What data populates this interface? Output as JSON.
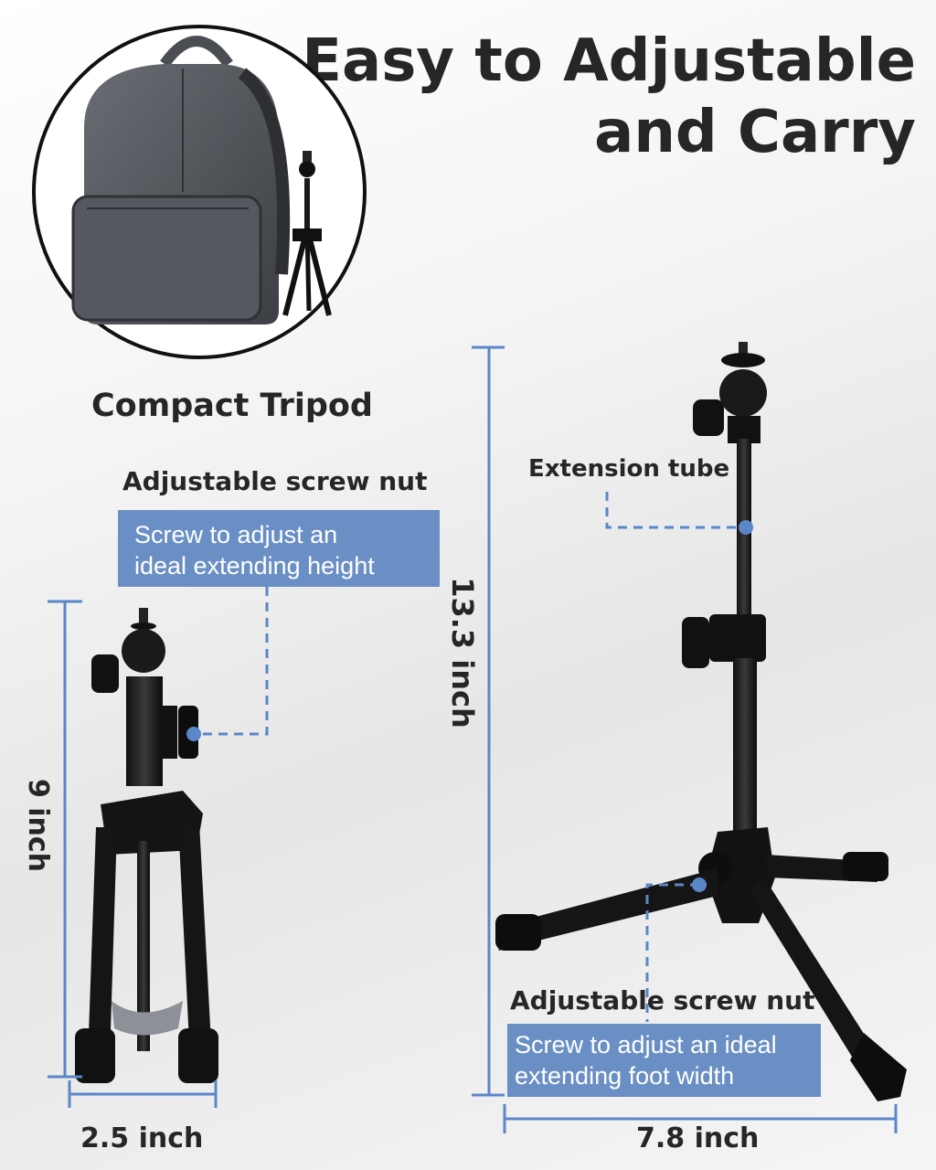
{
  "title": {
    "line1": "Easy to Adjustable",
    "line2": "and Carry"
  },
  "compact_label": "Compact Tripod",
  "left_callout": {
    "heading": "Adjustable screw nut",
    "line1": "Screw to adjust an",
    "line2": "ideal extending height"
  },
  "right_top_label": "Extension tube",
  "right_callout": {
    "heading": "Adjustable screw nut",
    "line1": "Screw to adjust an ideal",
    "line2": "extending foot width"
  },
  "dimensions": {
    "height_folded": "9 inch",
    "width_folded": "2.5 inch",
    "height_extended": "13.3 inch",
    "width_extended": "7.8 inch"
  },
  "colors": {
    "accent": "#6a8fc4",
    "text": "#262626",
    "dimension_line": "#5b86c8"
  }
}
